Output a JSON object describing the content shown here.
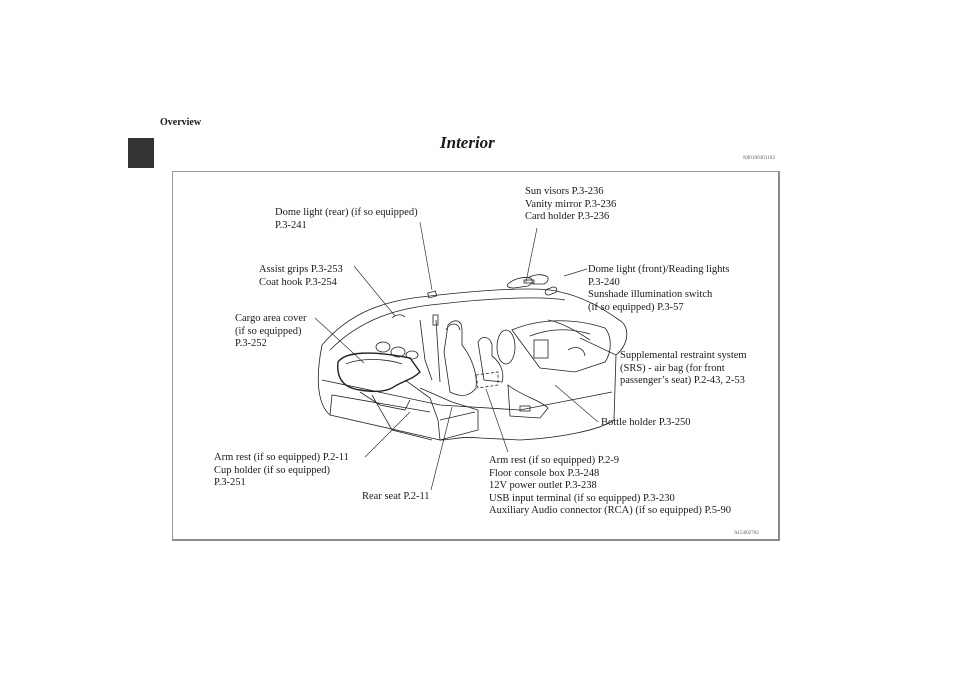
{
  "header": {
    "section": "Overview",
    "title": "Interior",
    "reference_code": "N00100301102"
  },
  "figure": {
    "figure_code": "AG5002702",
    "callouts": {
      "dome_light_rear": [
        "Dome light (rear) (if so equipped)",
        "P.3-241"
      ],
      "sun_visors": [
        "Sun visors P.3-236",
        "Vanity mirror P.3-236",
        "Card holder P.3-236"
      ],
      "assist_grips": [
        "Assist grips P.3-253",
        "Coat hook P.3-254"
      ],
      "dome_light_front": [
        "Dome light (front)/Reading lights",
        "P.3-240",
        "Sunshade illumination switch",
        "(if so equipped) P.3-57"
      ],
      "cargo_cover": [
        "Cargo area cover",
        "(if so equipped)",
        "P.3-252"
      ],
      "srs": [
        "Supplemental restraint system",
        "(SRS) - air bag (for front",
        "passenger’s seat) P.2-43, 2-53"
      ],
      "bottle_holder": [
        "Bottle holder P.3-250"
      ],
      "rear_arm_rest": [
        "Arm rest (if so equipped) P.2-11",
        "Cup holder (if so equipped)",
        "P.3-251"
      ],
      "rear_seat": [
        "Rear seat P.2-11"
      ],
      "console": [
        "Arm rest (if so equipped) P.2-9",
        "Floor console box P.3-248",
        "12V power outlet P.3-238",
        "USB input terminal (if so equipped) P.3-230",
        "Auxiliary Audio connector (RCA) (if so equipped) P.5-90"
      ]
    }
  }
}
